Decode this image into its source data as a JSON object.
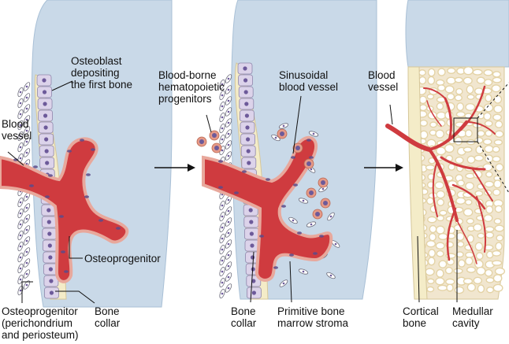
{
  "colors": {
    "cartilage": "#c9d9e8",
    "cartilage_edge": "#a9c0d6",
    "bone_collar": "#f4ecc8",
    "vessel": "#cf3b3f",
    "vessel_dark": "#a8232a",
    "vessel_wall": "#e8a89c",
    "cell": "#dcd3ea",
    "cell_edge": "#8e86ab",
    "nucleus": "#6d5a9a",
    "marrow": "#f1e6cf",
    "trabecula": "#e4d3a6"
  },
  "panel1": {
    "osteoblast": "Osteoblast\ndepositing\nthe first bone",
    "blood_vessel": "Blood\nvessel",
    "osteoprogenitor": "Osteoprogenitor",
    "osteoprogenitor_peri": "Osteoprogenitor\n(perichondrium\nand periosteum)",
    "bone_collar": "Bone\ncollar"
  },
  "panel2": {
    "hematopoietic": "Blood-borne\nhematopoietic\nprogenitors",
    "sinusoidal": "Sinusoidal\nblood vessel",
    "bone_collar": "Bone\ncollar",
    "stroma": "Primitive bone\nmarrow stroma"
  },
  "panel3": {
    "blood_vessel": "Blood\nvessel",
    "cortical_bone": "Cortical\nbone",
    "medullar_cavity": "Medullar\ncavity"
  }
}
